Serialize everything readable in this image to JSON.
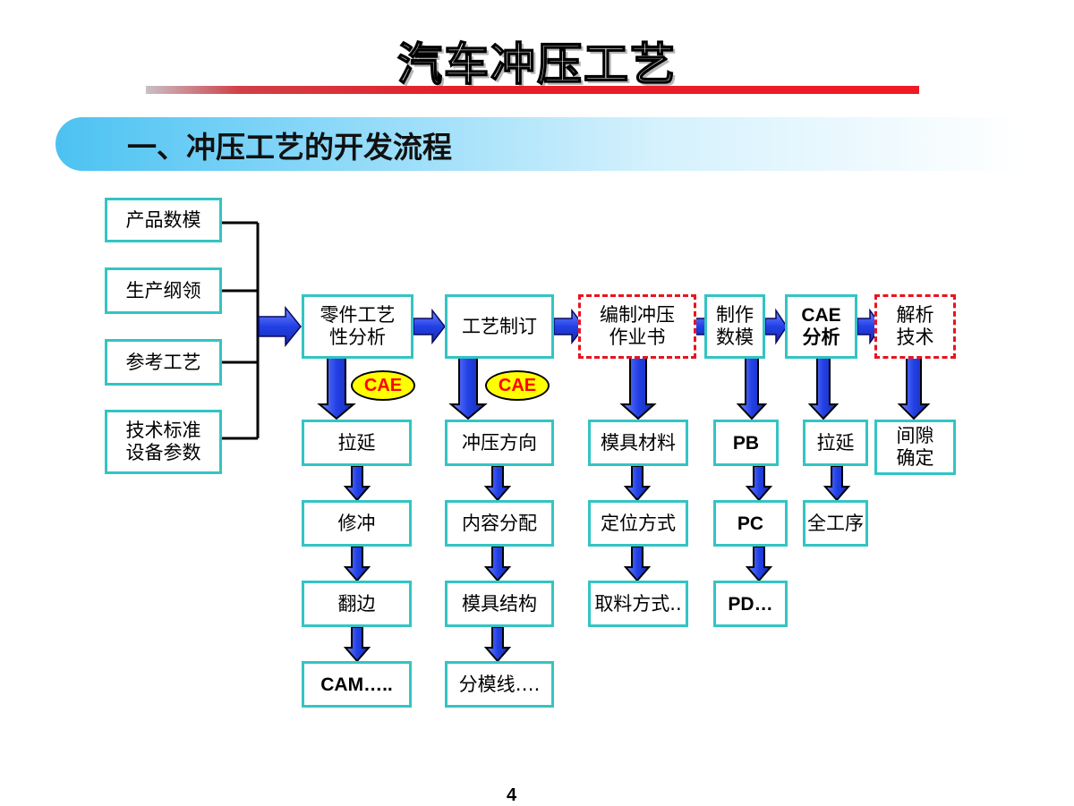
{
  "title": "汽车冲压工艺",
  "section_heading": "一、冲压工艺的开发流程",
  "inputs": [
    "产品数模",
    "生产纲领",
    "参考工艺",
    "技术标准\n设备参数"
  ],
  "main_steps": [
    "零件工艺\n性分析",
    "工艺制订",
    "编制冲压\n作业书",
    "制作\n数模",
    "CAE\n分析",
    "解析\n技术"
  ],
  "cae_labels": [
    "CAE",
    "CAE"
  ],
  "columns": [
    [
      "拉延",
      "修冲",
      "翻边",
      "CAM….."
    ],
    [
      "冲压方向",
      "内容分配",
      "模具结构",
      "分模线…."
    ],
    [
      "模具材料",
      "定位方式",
      "取料方式.."
    ],
    [
      "PB",
      "PC",
      "PD…"
    ],
    [
      "拉延",
      "全工序"
    ],
    [
      "间隙\n确定"
    ]
  ],
  "page_number": "4",
  "colors": {
    "box_border": "#33c4c4",
    "dashed_border": "#e8141e",
    "arrow_fill": "#2a4ee0",
    "cae_fill": "#ffff00",
    "cae_text": "#ff0000"
  }
}
